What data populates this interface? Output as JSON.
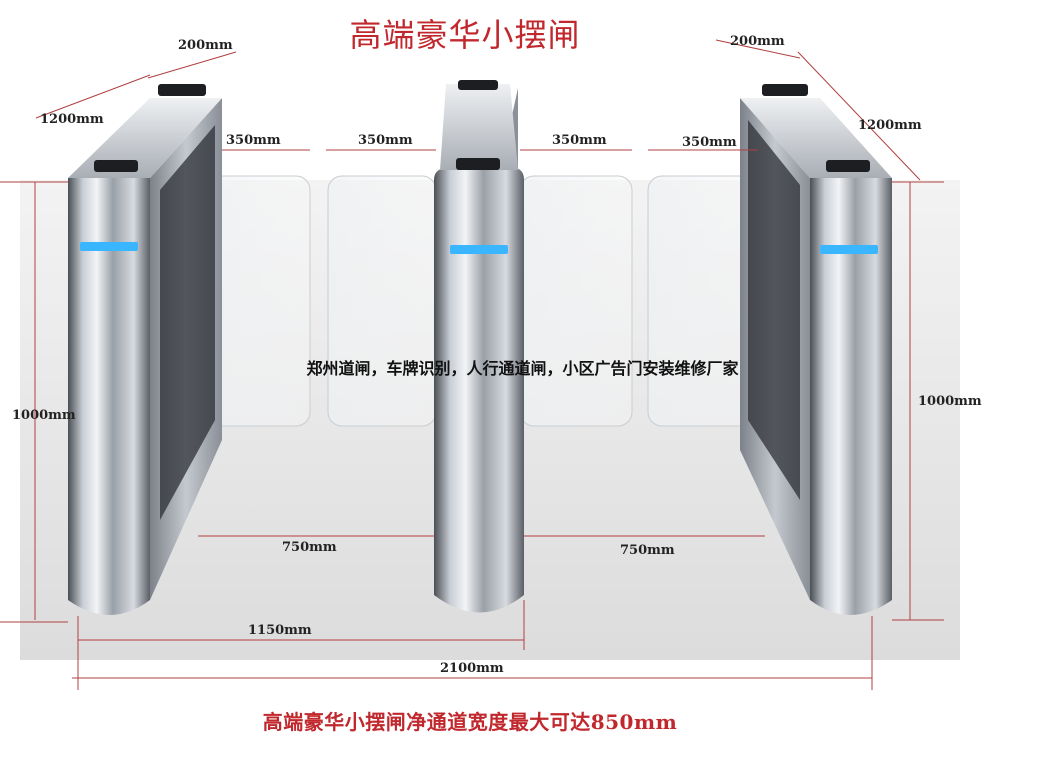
{
  "title": "高端豪华小摆闸",
  "subtitle": "高端豪华小摆闸净通道宽度最大可达850mm",
  "watermark": "郑州道闸，车牌识别，人行通道闸，小区广告门安装维修厂家",
  "dimensions": {
    "top_width_left": "200mm",
    "top_width_right": "200mm",
    "length_left": "1200mm",
    "length_right": "1200mm",
    "wing_1": "350mm",
    "wing_2": "350mm",
    "wing_3": "350mm",
    "wing_4": "350mm",
    "height_left": "1000mm",
    "height_right": "1000mm",
    "lane_left": "750mm",
    "lane_right": "750mm",
    "span_1150": "1150mm",
    "span_2100": "2100mm"
  },
  "colors": {
    "title_red": "#c0282d",
    "dim_line": "#b04040",
    "steel_light": "#d9dde2",
    "steel_dark": "#5c6068",
    "led_blue": "#39b6ff"
  }
}
